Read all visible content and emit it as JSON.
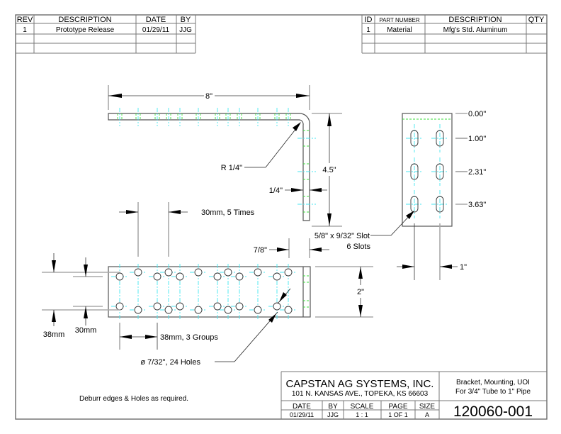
{
  "revision_block": {
    "headers": [
      "REV",
      "DESCRIPTION",
      "DATE",
      "BY"
    ],
    "rows": [
      [
        "1",
        "Prototype Release",
        "01/29/11",
        "JJG"
      ],
      [
        "",
        "",
        "",
        ""
      ],
      [
        "",
        "",
        "",
        ""
      ]
    ]
  },
  "parts_list": {
    "headers": [
      "ID",
      "PART NUMBER",
      "DESCRIPTION",
      "QTY"
    ],
    "rows": [
      [
        "1",
        "Material",
        "Mfg's Std. Aluminum",
        ""
      ],
      [
        "",
        "",
        "",
        ""
      ],
      [
        "",
        "",
        "",
        ""
      ]
    ]
  },
  "side_view": {
    "length_dim": "8\"",
    "height_dim": "4.5\"",
    "thickness_dim": "1/4\"",
    "bend_radius": "R 1/4\""
  },
  "end_view": {
    "stations": [
      "0.00\"",
      "1.00\"",
      "2.31\"",
      "3.63\""
    ],
    "slot_callout_line1": "5/8\" x 9/32\" Slot",
    "slot_callout_line2": "6 Slots",
    "slot_spacing_dim": "1\""
  },
  "top_view": {
    "hole_spacing_note": "30mm, 5 Times",
    "edge_offset_dim": "7/8\"",
    "width_dim": "2\"",
    "row_offset_a": "38mm",
    "row_offset_b": "30mm",
    "group_spacing_note": "38mm, 3 Groups",
    "hole_callout": "ø 7/32\", 24 Holes"
  },
  "notes": {
    "general": "Deburr edges & Holes as required."
  },
  "title_block": {
    "company": "CAPSTAN AG SYSTEMS, INC.",
    "address": "101 N. KANSAS AVE., TOPEKA, KS 66603",
    "title_line1": "Bracket, Mounting, UOI",
    "title_line2": "For 3/4\" Tube to 1\" Pipe",
    "labels": [
      "DATE",
      "BY",
      "SCALE",
      "PAGE",
      "SIZE"
    ],
    "values": [
      "01/29/11",
      "JJG",
      "1 : 1",
      "1 OF 1",
      "A"
    ],
    "drawing_number": "120060-001"
  }
}
